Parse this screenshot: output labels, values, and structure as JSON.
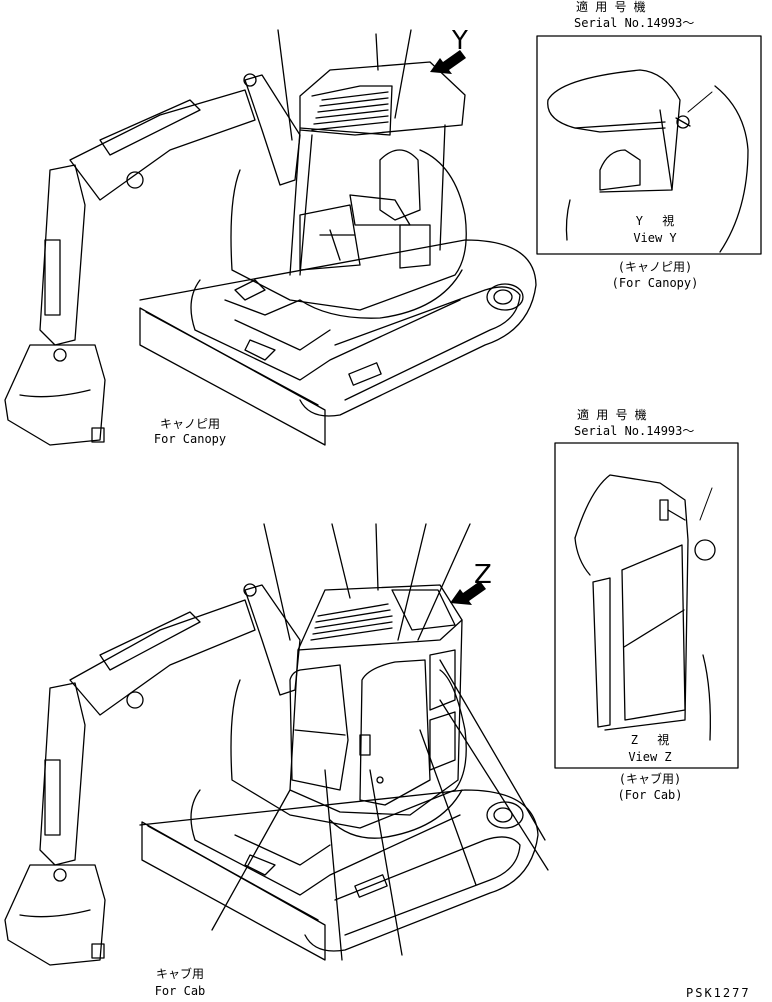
{
  "top": {
    "view_letter": "Y",
    "caption_jp": "キャノピ用",
    "caption_en": "For Canopy",
    "inset": {
      "serial_jp": "適 用 号 機",
      "serial_en": "Serial No.14993～",
      "view_jp": "Y　 視",
      "view_en": "View Y",
      "note_jp": "(キャノピ用)",
      "note_en": "(For Canopy)"
    }
  },
  "bottom": {
    "view_letter": "Z",
    "caption_jp": "キャブ用",
    "caption_en": "For Cab",
    "inset": {
      "serial_jp": "適 用 号 機",
      "serial_en": "Serial No.14993～",
      "view_jp": "Z　 視",
      "view_en": "View Z",
      "note_jp": "(キャブ用)",
      "note_en": "(For Cab)"
    }
  },
  "drawing_code": "PSK1277",
  "icons": [
    "view-arrow-icon",
    "excavator-canopy-drawing",
    "excavator-cab-drawing"
  ]
}
